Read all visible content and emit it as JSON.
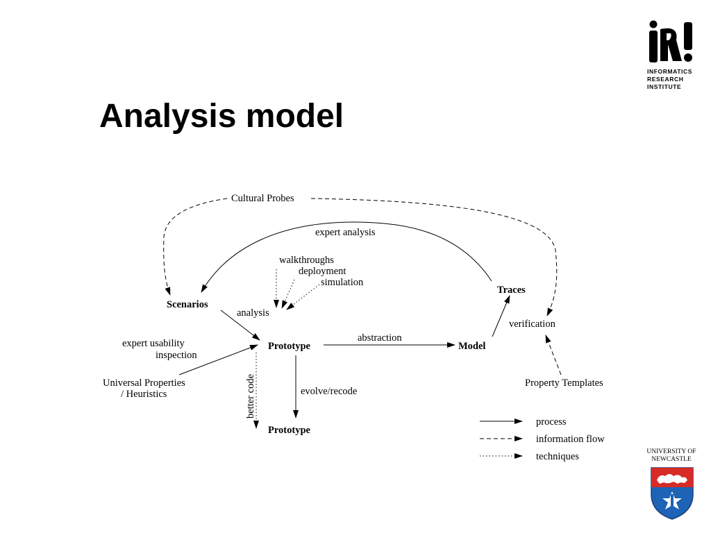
{
  "slide": {
    "title": "Analysis model"
  },
  "logos": {
    "iri": {
      "mark": "iR!",
      "lines": [
        "INFORMATICS",
        "RESEARCH",
        "INSTITUTE"
      ]
    },
    "newcastle": {
      "lines": [
        "UNIVERSITY OF",
        "NEWCASTLE"
      ]
    }
  },
  "diagram": {
    "nodes": {
      "cultural_probes": "Cultural Probes",
      "scenarios": "Scenarios",
      "prototype": "Prototype",
      "prototype_evolved": "Prototype",
      "model": "Model",
      "traces": "Traces",
      "property_templates": "Property Templates",
      "universal_properties": [
        "Universal Properties",
        "/ Heuristics"
      ]
    },
    "edge_labels": {
      "expert_analysis": "expert analysis",
      "analysis": "analysis",
      "walkthroughs": "walkthroughs",
      "deployment": "deployment",
      "simulation": "simulation",
      "abstraction": "abstraction",
      "verification": "verification",
      "evolve_recode": "evolve/recode",
      "better_code": "better code",
      "expert_usability": [
        "expert usability",
        "inspection"
      ]
    },
    "legend": {
      "process": "process",
      "information_flow": "information flow",
      "techniques": "techniques"
    }
  },
  "colors": {
    "newcastle_red": "#d62b27",
    "newcastle_blue": "#1e63b5"
  }
}
